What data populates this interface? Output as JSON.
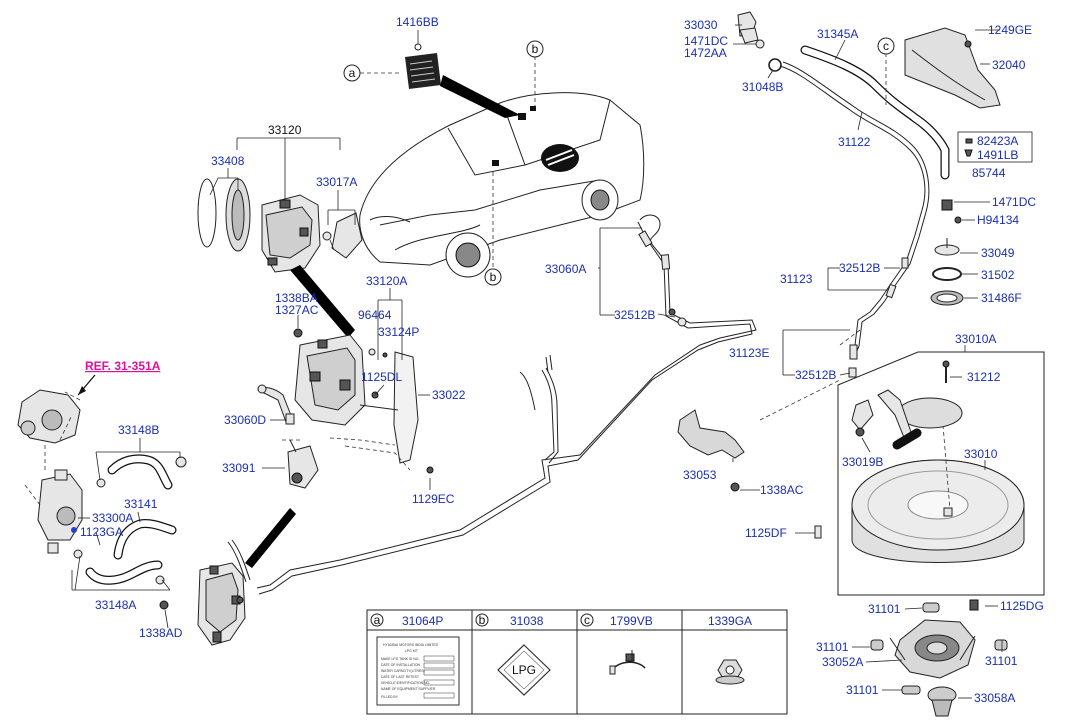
{
  "diagram": {
    "callouts": {
      "c1416BB": "1416BB",
      "c33120": "33120",
      "c33408": "33408",
      "c33017A": "33017A",
      "c33120A": "33120A",
      "c1338BA": "1338BA",
      "c1327AC": "1327AC",
      "c96464": "96464",
      "c33124P": "33124P",
      "c1125DL": "1125DL",
      "c33022": "33022",
      "c33060D": "33060D",
      "c33091": "33091",
      "c1129EC": "1129EC",
      "c33148B": "33148B",
      "c33141": "33141",
      "c33300A": "33300A",
      "c1123GA": "1123GA",
      "c33148A": "33148A",
      "c1338AD": "1338AD",
      "c33060A": "33060A",
      "c32512B_a": "32512B",
      "c33053": "33053",
      "c1338AC": "1338AC",
      "c33030": "33030",
      "c1471DC_a": "1471DC",
      "c1472AA": "1472AA",
      "c31048B": "31048B",
      "c31345A": "31345A",
      "c31122": "31122",
      "c1249GE": "1249GE",
      "c32040": "32040",
      "c82423A": "82423A",
      "c1491LB": "1491LB",
      "c85744": "85744",
      "c1471DC_b": "1471DC",
      "cH94134": "H94134",
      "c33049": "33049",
      "c31502": "31502",
      "c31486F": "31486F",
      "c31123": "31123",
      "c32512B_b": "32512B",
      "c31123E": "31123E",
      "c32512B_c": "32512B",
      "c33010A": "33010A",
      "c31212": "31212",
      "c33019B": "33019B",
      "c33010": "33010",
      "c1125DF": "1125DF",
      "c31101_a": "31101",
      "c1125DG": "1125DG",
      "c31101_b": "31101",
      "c33052A": "33052A",
      "c31101_c": "31101",
      "c31101_d": "31101",
      "c33058A": "33058A"
    },
    "ref_link": "REF. 31-351A",
    "markers": {
      "a": "a",
      "b": "b",
      "c": "c"
    },
    "legend": {
      "cells": [
        {
          "key": "a",
          "part": "31064P"
        },
        {
          "key": "b",
          "part": "31038"
        },
        {
          "key": "c",
          "part": "1799VB"
        },
        {
          "key": "",
          "part": "1339GA"
        }
      ],
      "lpg_badge": "LPG",
      "plate_lines": [
        "HYUNDAI MOTORS INDIA LIMITED",
        "LPG KIT",
        "MAKE LPG TANK ID NO.",
        "DATE OF INSTALLATION",
        "WATER CAPACITY(LITRES)",
        "DATE OF LAST RETEST",
        "VEHICLE IDENTIFICATION NO.",
        "NAME OF EQUIPMENT SUPPLIER",
        "FILLED BY"
      ]
    }
  }
}
